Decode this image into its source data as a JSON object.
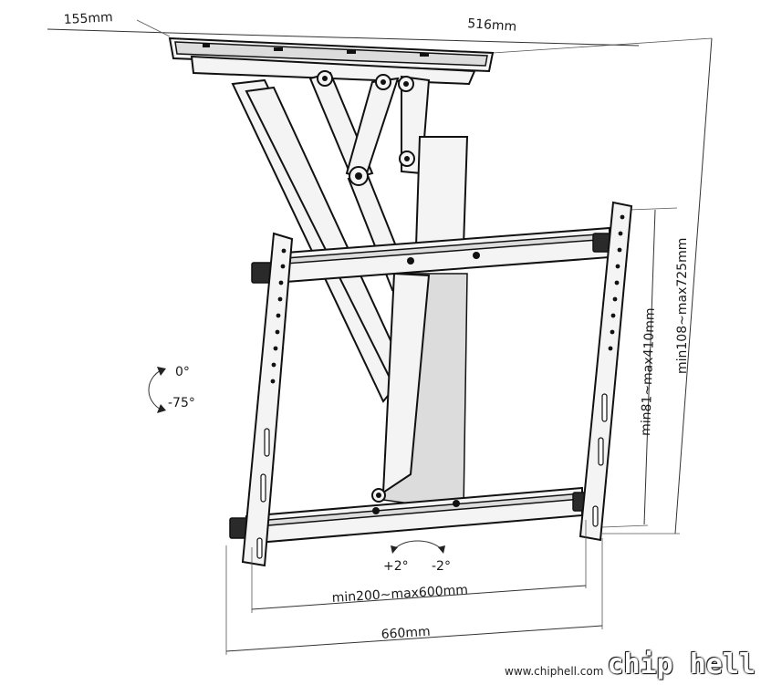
{
  "dimensions": {
    "depth": "155mm",
    "ceiling_plate_length": "516mm",
    "panel_height": "min81~max410mm",
    "total_height": "min108~max725mm",
    "vesa_width": "min200~max600mm",
    "overall_width": "660mm"
  },
  "adjustments": {
    "tilt_top": "0°",
    "tilt_bottom": "-75°",
    "rotate_left": "+2°",
    "rotate_right": "-2°"
  },
  "watermark": {
    "url": "www.chiphell.com",
    "logo": "chip hell"
  }
}
